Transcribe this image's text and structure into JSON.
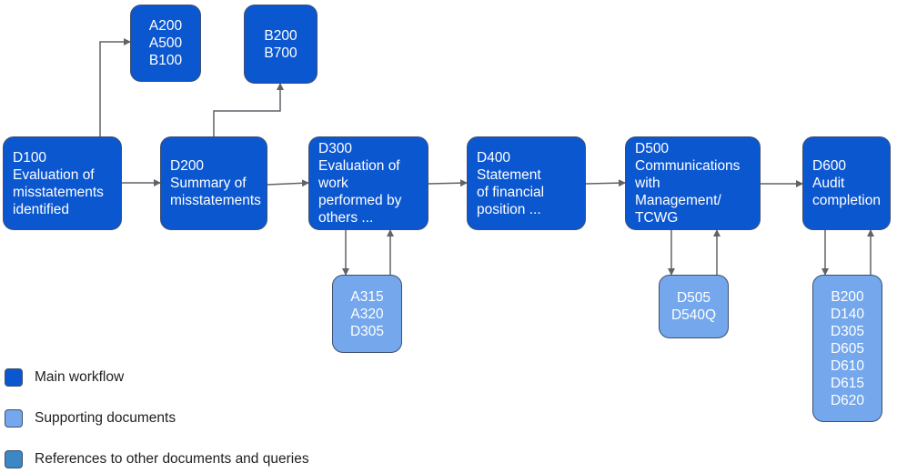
{
  "colors": {
    "main_workflow": "#0b57d0",
    "supporting_documents": "#74a7ec",
    "references": "#3b88c4",
    "border": "#3d4f70",
    "arrow": "#5f6368"
  },
  "main_steps": [
    {
      "code": "D100",
      "title": [
        "Evaluation of",
        "misstatements",
        "identified"
      ]
    },
    {
      "code": "D200",
      "title": [
        "Summary of",
        "misstatements"
      ]
    },
    {
      "code": "D300",
      "title": [
        "Evaluation of",
        "work",
        "performed by",
        "others ..."
      ]
    },
    {
      "code": "D400",
      "title": [
        "Statement",
        "of financial",
        "position ..."
      ]
    },
    {
      "code": "D500",
      "title": [
        "Communications",
        "with",
        "Management/",
        "TCWG"
      ]
    },
    {
      "code": "D600",
      "title": [
        "Audit",
        "completion"
      ]
    }
  ],
  "reference_boxes": [
    {
      "attached_to": "D100",
      "items": [
        "A200",
        "A500",
        "B100"
      ]
    },
    {
      "attached_to": "D200",
      "items": [
        "B200",
        "B700"
      ]
    }
  ],
  "supporting_boxes": [
    {
      "attached_to": "D300",
      "items": [
        "A315",
        "A320",
        "D305"
      ]
    },
    {
      "attached_to": "D500",
      "items": [
        "D505",
        "D540Q"
      ]
    },
    {
      "attached_to": "D600",
      "items": [
        "B200",
        "D140",
        "D305",
        "D605",
        "D610",
        "D615",
        "D620"
      ]
    }
  ],
  "legend": [
    {
      "label": "Main workflow",
      "color": "#0b57d0"
    },
    {
      "label": "Supporting documents",
      "color": "#74a7ec"
    },
    {
      "label": "References to other documents and queries",
      "color": "#3b88c4"
    }
  ]
}
